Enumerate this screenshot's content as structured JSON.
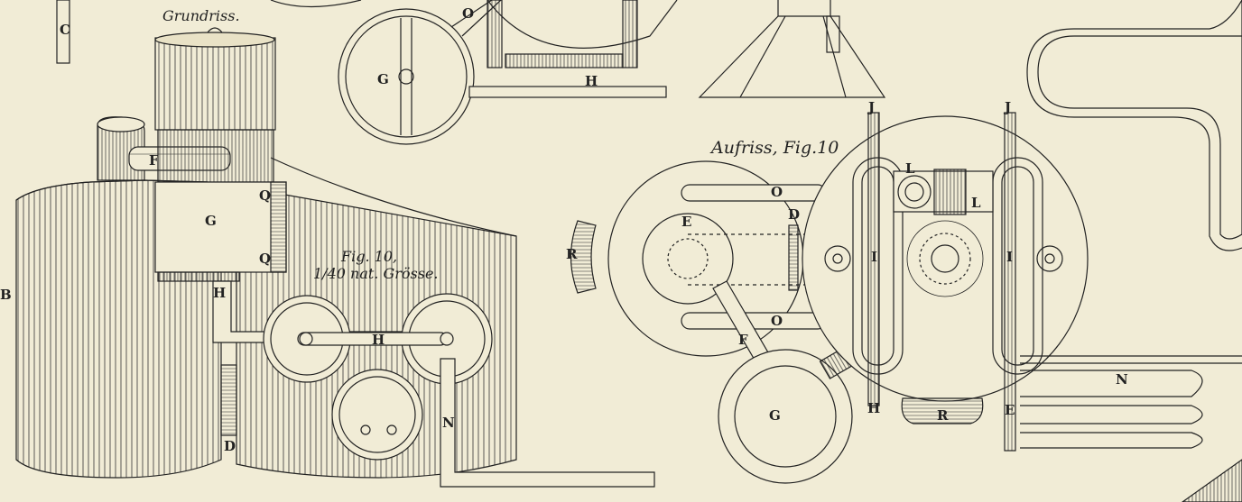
{
  "titles": {
    "grundriss": "Grundriss.",
    "fig": "Fig. 10,",
    "scale": "1/40 nat. Grösse.",
    "aufriss": "Aufriss, Fig.10"
  },
  "labels": {
    "c": "C",
    "b": "B",
    "f": "F",
    "g": "G",
    "q": "Q",
    "h": "H",
    "d": "D",
    "n": "N",
    "o": "O",
    "j": "J",
    "l": "L",
    "e": "E",
    "r": "R",
    "i": "I"
  },
  "colors": {
    "paper": "#f1ecd6",
    "ink": "#222222"
  }
}
